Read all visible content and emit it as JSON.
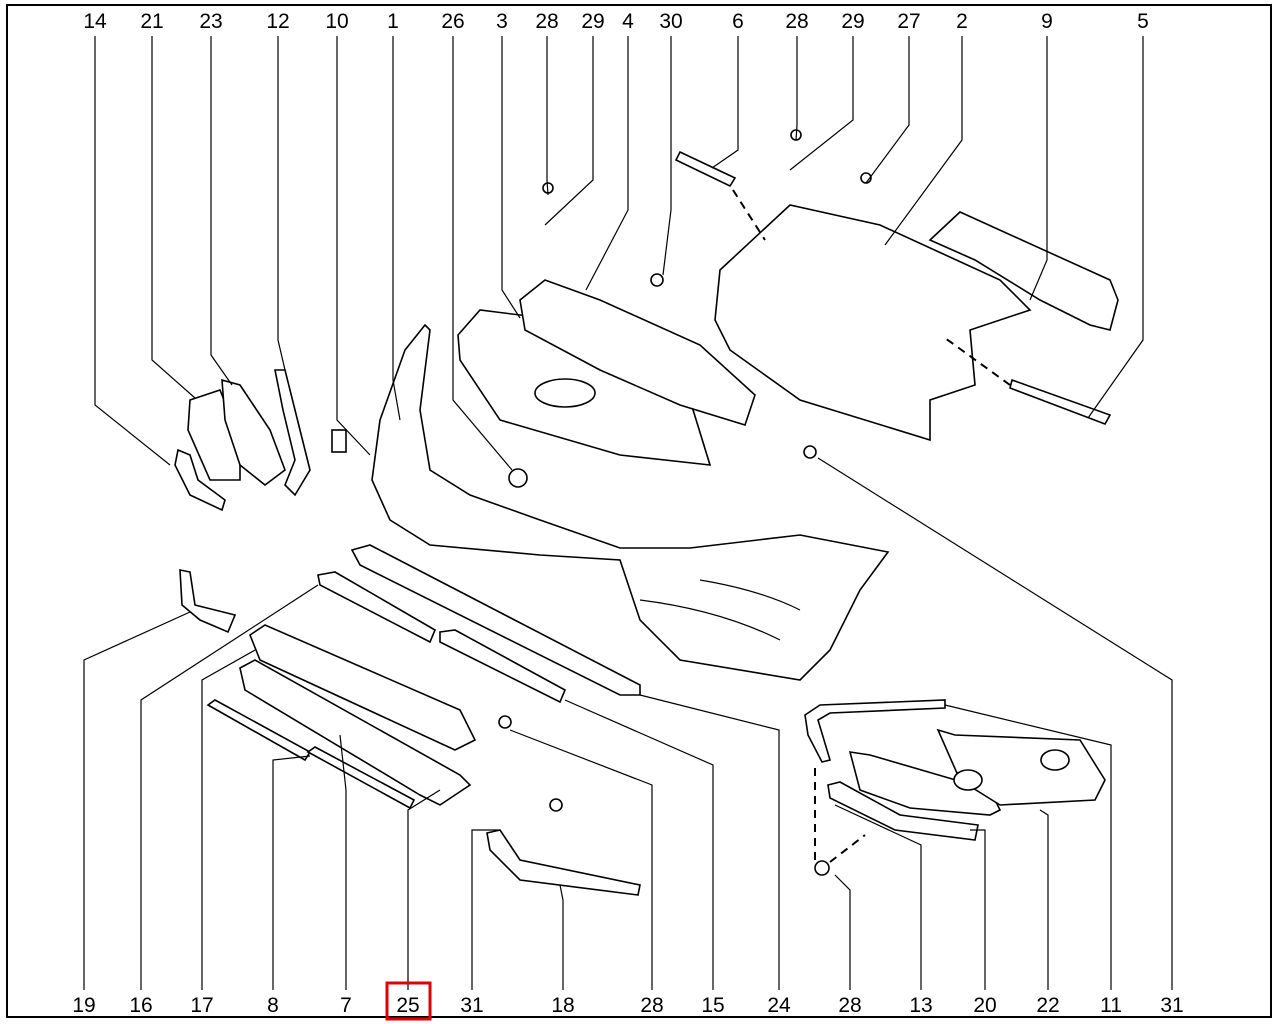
{
  "diagram": {
    "top_callouts": [
      "14",
      "21",
      "23",
      "12",
      "10",
      "1",
      "26",
      "3",
      "28",
      "29",
      "4",
      "30",
      "6",
      "28",
      "29",
      "27",
      "2",
      "9",
      "5"
    ],
    "bottom_callouts": [
      "19",
      "16",
      "17",
      "8",
      "7",
      "25",
      "31",
      "18",
      "28",
      "15",
      "24",
      "28",
      "13",
      "20",
      "22",
      "11",
      "31"
    ],
    "highlighted_callout": "25",
    "highlight_color": "#e00000"
  }
}
